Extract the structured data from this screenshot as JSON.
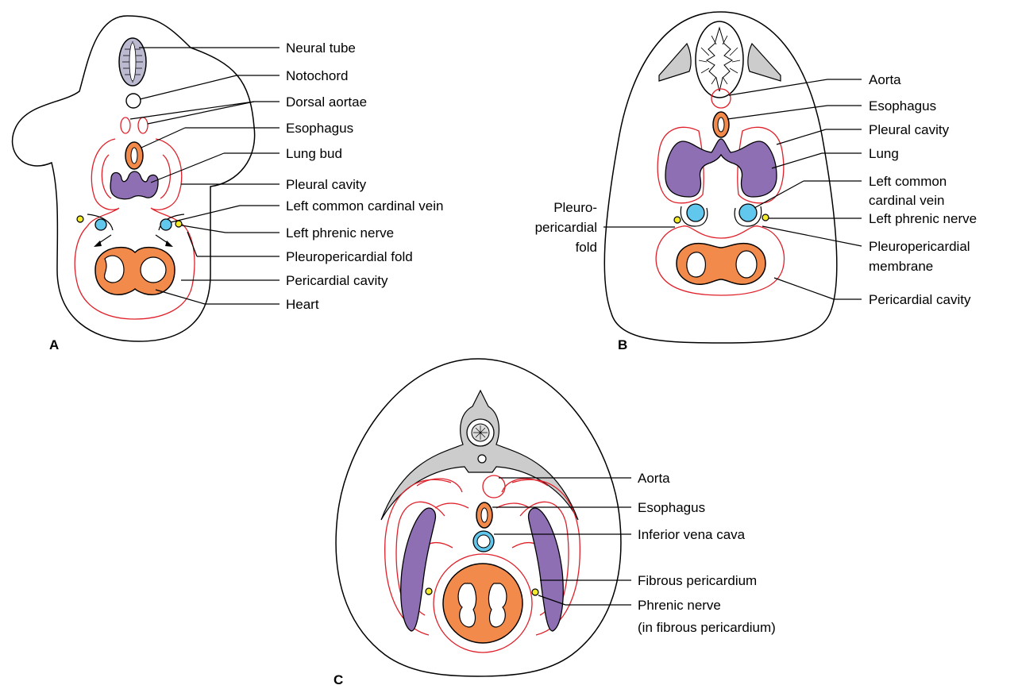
{
  "panels": {
    "a": {
      "letter": "A",
      "labels": {
        "neural_tube": "Neural tube",
        "notochord": "Notochord",
        "dorsal_aortae": "Dorsal aortae",
        "esophagus": "Esophagus",
        "lung_bud": "Lung bud",
        "pleural_cavity": "Pleural cavity",
        "left_common_cardinal_vein": "Left common cardinal vein",
        "left_phrenic_nerve": "Left phrenic nerve",
        "pleuropericardial_fold": "Pleuropericardial fold",
        "pericardial_cavity": "Pericardial cavity",
        "heart": "Heart"
      }
    },
    "b": {
      "letter": "B",
      "labels": {
        "aorta": "Aorta",
        "esophagus": "Esophagus",
        "pleural_cavity": "Pleural cavity",
        "lung": "Lung",
        "left_common_cardinal_vein_1": "Left common",
        "left_common_cardinal_vein_2": "cardinal vein",
        "left_phrenic_nerve": "Left phrenic nerve",
        "pleuropericardial_membrane_1": "Pleuropericardial",
        "pleuropericardial_membrane_2": "membrane",
        "pericardial_cavity": "Pericardial cavity",
        "pleuropericardial_fold_1": "Pleuro-",
        "pleuropericardial_fold_2": "pericardial",
        "pleuropericardial_fold_3": "fold"
      }
    },
    "c": {
      "letter": "C",
      "labels": {
        "aorta": "Aorta",
        "esophagus": "Esophagus",
        "inferior_vena_cava": "Inferior vena cava",
        "fibrous_pericardium": "Fibrous pericardium",
        "phrenic_nerve_1": "Phrenic nerve",
        "phrenic_nerve_2": "(in fibrous pericardium)"
      }
    }
  },
  "colors": {
    "heart_esophagus": "#f28a4b",
    "lung": "#8e6fb3",
    "cardinal_vein": "#62c7ec",
    "phrenic_nerve": "#f4ec2a",
    "cavity_outline": "#e0202a",
    "vertebra": "#cccccc"
  }
}
